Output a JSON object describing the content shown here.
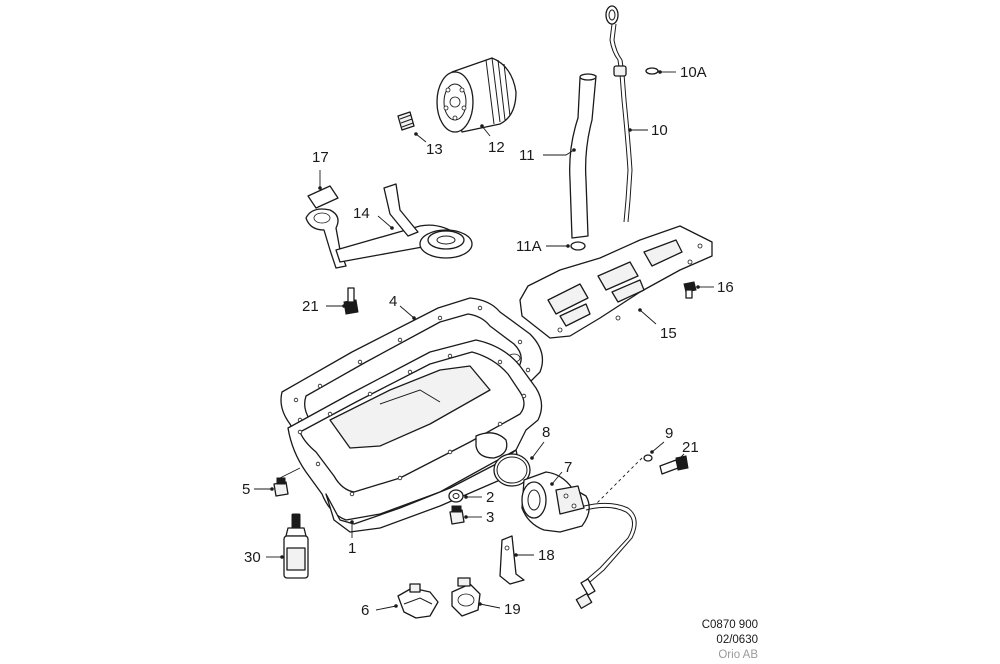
{
  "callouts": {
    "p1": "1",
    "p2": "2",
    "p3": "3",
    "p4": "4",
    "p5": "5",
    "p6": "6",
    "p7": "7",
    "p8": "8",
    "p9": "9",
    "p10": "10",
    "p10a": "10A",
    "p11": "11",
    "p11a": "11A",
    "p12": "12",
    "p13": "13",
    "p14": "14",
    "p15": "15",
    "p16": "16",
    "p17": "17",
    "p18": "18",
    "p19": "19",
    "p21a": "21",
    "p21b": "21",
    "p30": "30"
  },
  "reference": {
    "code": "C0870 900",
    "date": "02/0630",
    "publisher": "Orio AB"
  }
}
